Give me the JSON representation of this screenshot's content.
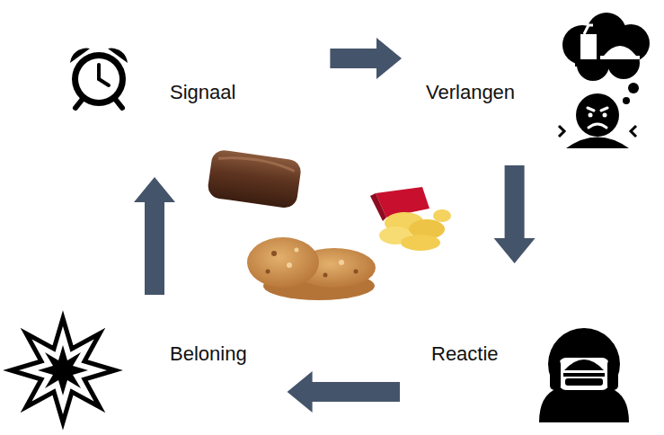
{
  "diagram": {
    "nodes": [
      {
        "text": [
          "Signaal"
        ]
      },
      {
        "text": [
          "Verlangen"
        ]
      },
      {
        "text": [
          "Beloning"
        ]
      },
      {
        "text": [
          "Reactie"
        ]
      }
    ],
    "edges": [
      {
        "from": 0,
        "to": 1,
        "arrow": "to"
      },
      {
        "from": 1,
        "to": 3,
        "arrow": "to"
      },
      {
        "from": 3,
        "to": 2,
        "arrow": "to"
      },
      {
        "from": 2,
        "to": 0,
        "arrow": "to"
      }
    ]
  }
}
